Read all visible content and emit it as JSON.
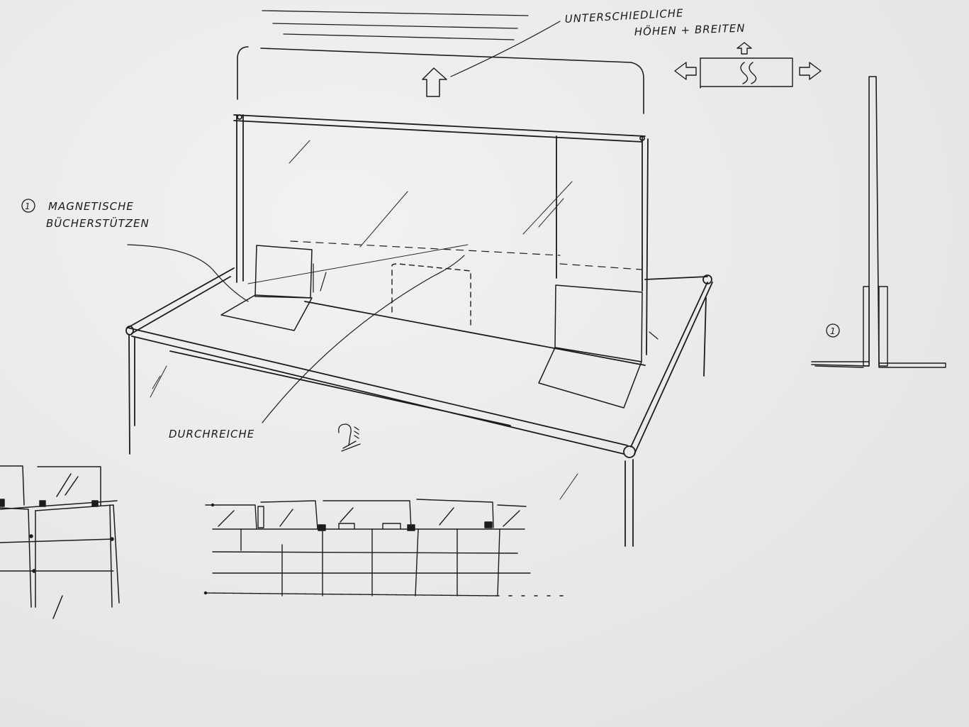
{
  "sketch": {
    "annotations": {
      "sizes_line1": "UNTERSCHIEDLICHE",
      "sizes_line2": "HÖHEN + BREITEN",
      "bookends_number": "1",
      "bookends_line1": "MAGNETISCHE",
      "bookends_line2": "BÜCHERSTÜTZEN",
      "passthrough": "DURCHREICHE",
      "section_number": "1"
    },
    "colors": {
      "paper": "#ececec",
      "ink": "#1c1c1c"
    }
  }
}
